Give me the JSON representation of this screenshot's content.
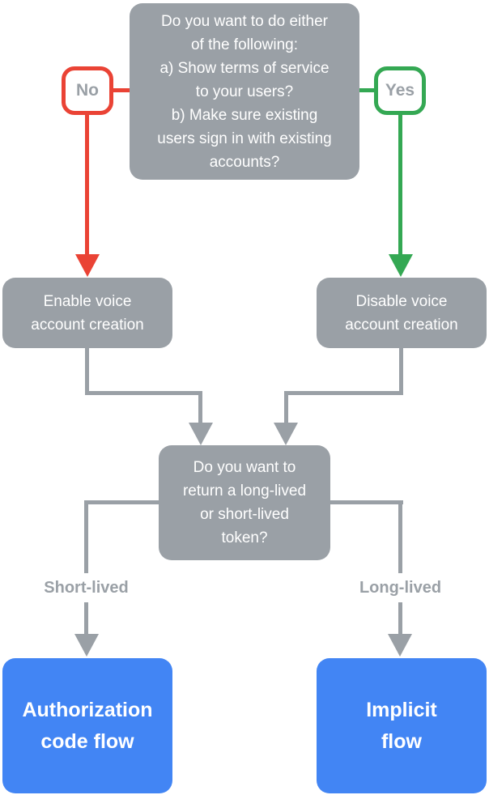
{
  "diagram": {
    "question1": {
      "text": "Do you want to do either\nof the following:\na) Show terms of service\nto your users?\nb) Make sure existing\nusers sign in with existing\naccounts?"
    },
    "no_badge": {
      "label": "No"
    },
    "yes_badge": {
      "label": "Yes"
    },
    "enable_node": {
      "text": "Enable voice\naccount creation"
    },
    "disable_node": {
      "text": "Disable voice\naccount creation"
    },
    "question2": {
      "text": "Do you want to\nreturn a long-lived\nor short-lived\ntoken?"
    },
    "edge_labels": {
      "short_lived": "Short-lived",
      "long_lived": "Long-lived"
    },
    "auth_node": {
      "text": "Authorization\ncode flow"
    },
    "implicit_node": {
      "text": "Implicit\nflow"
    }
  },
  "colors": {
    "node_gray": "#9AA0A6",
    "connector_gray": "#9AA0A6",
    "no_red": "#EA4335",
    "yes_green": "#34A853",
    "result_blue": "#4285F4",
    "badge_text_gray": "#9AA0A6",
    "text_white": "#FFFFFF",
    "label_bg_white": "#FFFFFF"
  }
}
